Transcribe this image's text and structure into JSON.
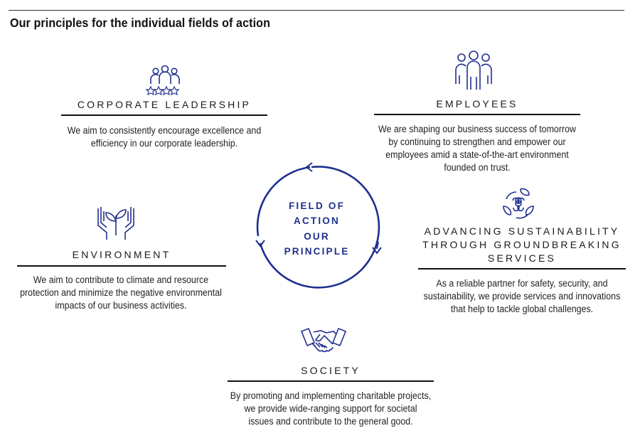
{
  "title": "Our principles for the individual fields of action",
  "colors": {
    "accent": "#1f2f8f",
    "rule": "#111111",
    "text": "#222222"
  },
  "center": {
    "line1": "FIELD OF",
    "line2": "ACTION",
    "line3": "OUR",
    "line4": "PRINCIPLE"
  },
  "sections": {
    "corporate_leadership": {
      "icon": "team-stars-icon",
      "heading": "CORPORATE LEADERSHIP",
      "text_line1": "We aim to consistently encourage excellence and",
      "text_line2": "efficiency in our corporate leadership."
    },
    "employees": {
      "icon": "people-group-icon",
      "heading": "EMPLOYEES",
      "text_line1": "We are shaping our business success of tomorrow",
      "text_line2": "by continuing to strengthen and empower our",
      "text_line3": "employees amid a state-of-the-art environment",
      "text_line4": "founded on trust."
    },
    "environment": {
      "icon": "hands-plant-icon",
      "heading": "ENVIRONMENT",
      "text_line1": "We aim to contribute to climate and resource",
      "text_line2": "protection and minimize the negative environmental",
      "text_line3": "impacts of our business activities."
    },
    "sustainability": {
      "icon": "recycle-leaves-icon",
      "heading_line1": "ADVANCING SUSTAINABILITY",
      "heading_line2": "THROUGH GROUNDBREAKING",
      "heading_line3": "SERVICES",
      "text_line1": "As a reliable partner for safety, security, and",
      "text_line2": "sustainability, we provide services and innovations",
      "text_line3": "that help to tackle global challenges."
    },
    "society": {
      "icon": "handshake-icon",
      "heading": "SOCIETY",
      "text_line1": "By promoting and implementing charitable projects,",
      "text_line2": "we provide wide-ranging support for societal",
      "text_line3": "issues and contribute to the general good."
    }
  }
}
